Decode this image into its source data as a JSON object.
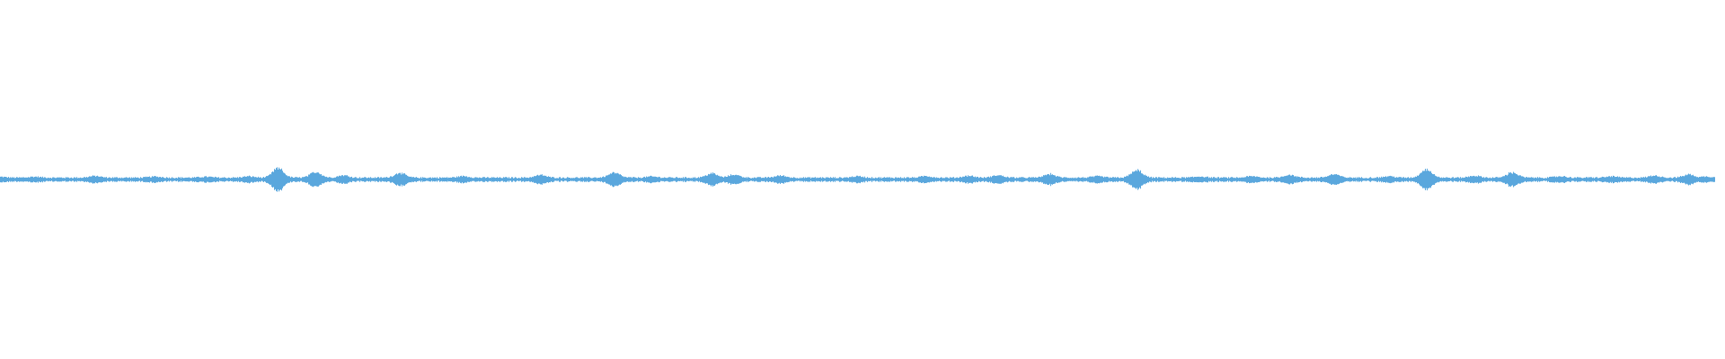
{
  "waveform": {
    "color": "#5aa7dd",
    "background": "#ffffff",
    "progress": 0,
    "bursts": [
      {
        "at": 0.0,
        "amp": 0.08
      },
      {
        "at": 0.02,
        "amp": 0.1
      },
      {
        "at": 0.055,
        "amp": 0.18
      },
      {
        "at": 0.09,
        "amp": 0.12
      },
      {
        "at": 0.12,
        "amp": 0.1
      },
      {
        "at": 0.145,
        "amp": 0.14
      },
      {
        "at": 0.162,
        "amp": 1.0
      },
      {
        "at": 0.184,
        "amp": 0.6
      },
      {
        "at": 0.2,
        "amp": 0.25
      },
      {
        "at": 0.233,
        "amp": 0.5
      },
      {
        "at": 0.27,
        "amp": 0.16
      },
      {
        "at": 0.315,
        "amp": 0.28
      },
      {
        "at": 0.358,
        "amp": 0.55
      },
      {
        "at": 0.38,
        "amp": 0.12
      },
      {
        "at": 0.415,
        "amp": 0.45
      },
      {
        "at": 0.428,
        "amp": 0.32
      },
      {
        "at": 0.455,
        "amp": 0.22
      },
      {
        "at": 0.5,
        "amp": 0.15
      },
      {
        "at": 0.54,
        "amp": 0.16
      },
      {
        "at": 0.565,
        "amp": 0.2
      },
      {
        "at": 0.582,
        "amp": 0.25
      },
      {
        "at": 0.612,
        "amp": 0.38
      },
      {
        "at": 0.64,
        "amp": 0.15
      },
      {
        "at": 0.663,
        "amp": 0.8
      },
      {
        "at": 0.7,
        "amp": 0.12
      },
      {
        "at": 0.73,
        "amp": 0.15
      },
      {
        "at": 0.752,
        "amp": 0.3
      },
      {
        "at": 0.778,
        "amp": 0.35
      },
      {
        "at": 0.81,
        "amp": 0.15
      },
      {
        "at": 0.832,
        "amp": 0.9
      },
      {
        "at": 0.86,
        "amp": 0.2
      },
      {
        "at": 0.882,
        "amp": 0.55
      },
      {
        "at": 0.91,
        "amp": 0.15
      },
      {
        "at": 0.94,
        "amp": 0.14
      },
      {
        "at": 0.965,
        "amp": 0.22
      },
      {
        "at": 0.985,
        "amp": 0.35
      },
      {
        "at": 0.995,
        "amp": 0.12
      }
    ]
  }
}
